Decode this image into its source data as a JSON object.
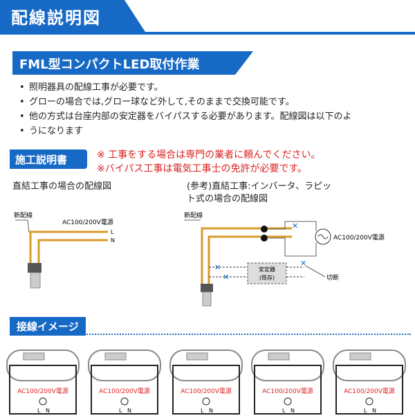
{
  "header": {
    "title": "配線説明図"
  },
  "subheader": {
    "title": "FML型コンパクトLED取付作業"
  },
  "bullets": [
    "照明器具の配線工事が必要です。",
    "グローの場合では,グロー球など外して,そのままで交換可能です。",
    "他の方式は台座内部の安定器をバイパスする必要があります。配線図は以下のよ",
    "うになります"
  ],
  "section1": {
    "tag": "施工説明書",
    "warn1": "※ 工事をする場合は専門の業者に頼んでください。",
    "warn2": "※バイパス工事は電気工事士の免許が必要です。",
    "left_title": "直結工事の場合の配線図",
    "right_title1": "(参考)直結工事:インバータ、ラピッ",
    "right_title2": "ト式の場合の配線図",
    "left_newwire": "新配線",
    "left_power": "AC100/200V電源",
    "left_L": "L",
    "left_N": "N",
    "right_newwire": "新配線",
    "right_power": "AC100/200V電源",
    "right_ballast1": "安定器",
    "right_ballast2": "(既存)",
    "right_cut": "切断"
  },
  "section2": {
    "title": "接線イメージ",
    "power": "AC100/200V電源",
    "L": "L",
    "N": "N"
  },
  "colors": {
    "accent": "#1769c6",
    "wire": "#d99a2b",
    "warning": "#dd2222"
  }
}
